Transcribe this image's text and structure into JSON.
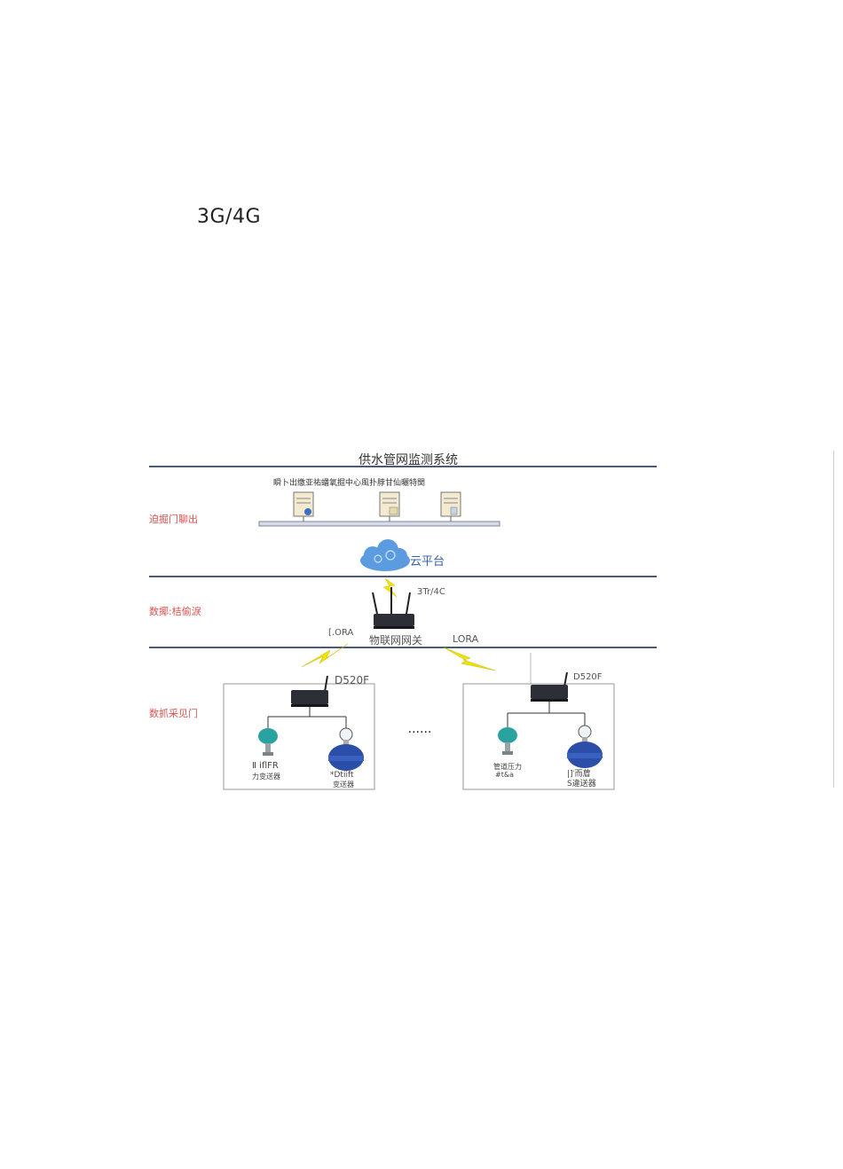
{
  "page": {
    "network_label": "3G/4G"
  },
  "diagram": {
    "title": "供水管网监测系统",
    "server_row_label": "瞬卜出缴亚祐蟠氧掘中心風扑脖甘仙曬特関",
    "layers": {
      "top": "迫掘门聊出",
      "middle": "数揶:桔偷淚",
      "bottom": "数抓采见门"
    },
    "cloud_label": "云平台",
    "uplink_label": "3Tr/4C",
    "gateway_label": "物联网网关",
    "lora_left": "[.ORA",
    "lora_right": "LORA",
    "rtu_left": "D520F",
    "rtu_right": "D520F",
    "ellipsis": "......",
    "left_group": {
      "pressure_line1": "Ⅱ iflFR",
      "pressure_line2": "力变送器",
      "flow_line1": "*Dtiift",
      "flow_line2": "变送器"
    },
    "right_group": {
      "pressure_line1": "管道压力",
      "pressure_line2": "#t&a",
      "flow_line1": "|]′而葿",
      "flow_line2": "S違送器"
    },
    "colors": {
      "layer_line": "#4a5a78",
      "layer_label": "#d9534f",
      "cloud": "#5b9be0",
      "lightning": "#f2e200",
      "sensor_green": "#2aa3a0",
      "sensor_blue": "#2b4fa8",
      "device_dark": "#2c2f36"
    }
  }
}
